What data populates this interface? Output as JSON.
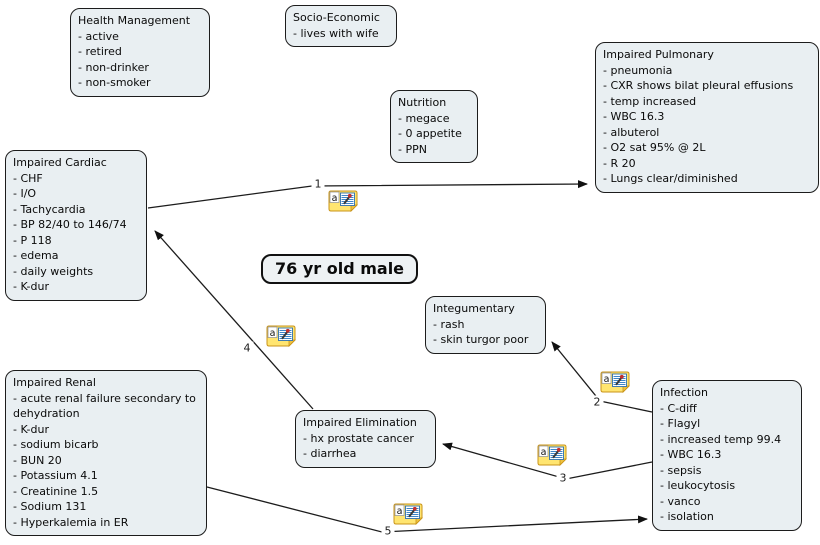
{
  "title_node": {
    "label": "76 yr old male"
  },
  "colors": {
    "node_fill": "#e9eff2",
    "node_border": "#1c1c1c",
    "link_line": "#1c1c1c",
    "note_icon_body": "#ffe570",
    "note_icon_border": "#c9941a"
  },
  "nodes": [
    {
      "id": "health-management",
      "title": "Health Management",
      "items": [
        "- active",
        "- retired",
        "- non-drinker",
        "- non-smoker"
      ]
    },
    {
      "id": "socio-economic",
      "title": "Socio-Economic",
      "items": [
        "- lives with wife"
      ]
    },
    {
      "id": "nutrition",
      "title": "Nutrition",
      "items": [
        "- megace",
        "- 0 appetite",
        "- PPN"
      ]
    },
    {
      "id": "impaired-pulmonary",
      "title": "Impaired Pulmonary",
      "items": [
        "- pneumonia",
        "- CXR shows bilat pleural effusions",
        "- temp increased",
        "- WBC 16.3",
        "- albuterol",
        "- O2 sat 95% @ 2L",
        "- R 20",
        "- Lungs clear/diminished"
      ]
    },
    {
      "id": "impaired-cardiac",
      "title": "Impaired Cardiac",
      "items": [
        "- CHF",
        "- I/O",
        "- Tachycardia",
        "- BP 82/40 to 146/74",
        "- P 118",
        "- edema",
        "- daily weights",
        "- K-dur"
      ]
    },
    {
      "id": "integumentary",
      "title": "Integumentary",
      "items": [
        "- rash",
        "- skin turgor poor"
      ]
    },
    {
      "id": "impaired-renal",
      "title": "Impaired Renal",
      "items": [
        "- acute renal failure secondary to dehydration",
        "- K-dur",
        "- sodium bicarb",
        "- BUN 20",
        "- Potassium 4.1",
        "- Creatinine 1.5",
        "- Sodium 131",
        "- Hyperkalemia in ER"
      ]
    },
    {
      "id": "impaired-elimination",
      "title": "Impaired Elimination",
      "items": [
        "- hx prostate cancer",
        "- diarrhea"
      ]
    },
    {
      "id": "infection",
      "title": "Infection",
      "items": [
        "- C-diff",
        "- Flagyl",
        "- increased temp 99.4",
        "- WBC 16.3",
        "- sepsis",
        "- leukocytosis",
        "- vanco",
        "- isolation"
      ]
    }
  ],
  "links": [
    {
      "label": "1",
      "from": "impaired-cardiac",
      "to": "impaired-pulmonary"
    },
    {
      "label": "2",
      "from": "infection",
      "to": "integumentary"
    },
    {
      "label": "3",
      "from": "infection",
      "to": "impaired-elimination"
    },
    {
      "label": "4",
      "from": "impaired-elimination",
      "to": "impaired-cardiac"
    },
    {
      "label": "5",
      "from": "impaired-renal",
      "to": "infection"
    }
  ],
  "note_icon": {
    "letter": "a"
  }
}
